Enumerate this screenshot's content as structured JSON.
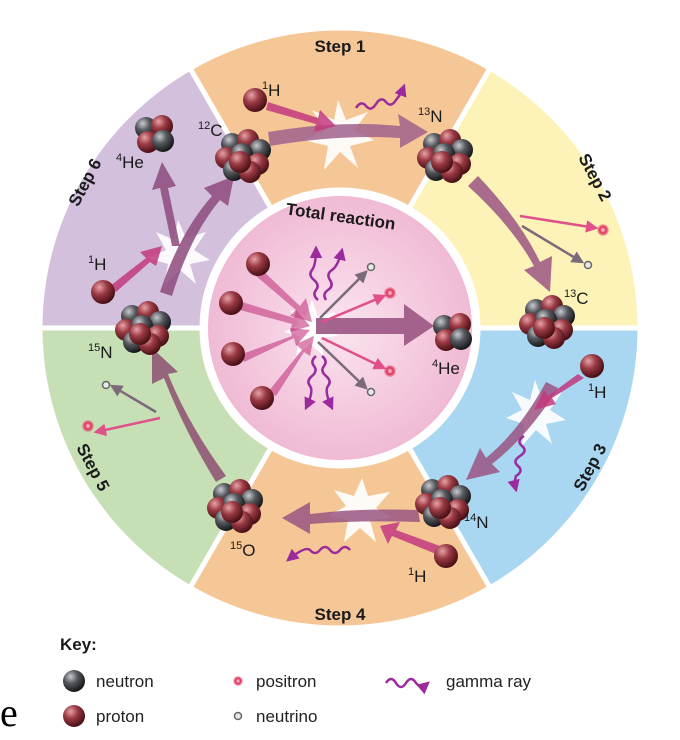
{
  "diagram": {
    "center_title": "Total reaction",
    "steps": [
      {
        "label": "Step 1",
        "color": "#f6c796"
      },
      {
        "label": "Step 2",
        "color": "#fdf3b8"
      },
      {
        "label": "Step 3",
        "color": "#a9d6f1"
      },
      {
        "label": "Step 4",
        "color": "#f6c796"
      },
      {
        "label": "Step 5",
        "color": "#c7dfb4"
      },
      {
        "label": "Step 6",
        "color": "#d3c0dc"
      }
    ],
    "isotopes": {
      "h1_step1": {
        "mass": "1",
        "sym": "H"
      },
      "n13": {
        "mass": "13",
        "sym": "N"
      },
      "c13": {
        "mass": "13",
        "sym": "C"
      },
      "h1_step3": {
        "mass": "1",
        "sym": "H"
      },
      "n14": {
        "mass": "14",
        "sym": "N"
      },
      "h1_step4": {
        "mass": "1",
        "sym": "H"
      },
      "o15": {
        "mass": "15",
        "sym": "O"
      },
      "n15": {
        "mass": "15",
        "sym": "N"
      },
      "h1_step6": {
        "mass": "1",
        "sym": "H"
      },
      "c12": {
        "mass": "12",
        "sym": "C"
      },
      "he4_step6": {
        "mass": "4",
        "sym": "He"
      },
      "he4_total": {
        "mass": "4",
        "sym": "He"
      }
    }
  },
  "key": {
    "title": "Key:",
    "items": [
      {
        "label": "neutron"
      },
      {
        "label": "positron"
      },
      {
        "label": "gamma ray"
      },
      {
        "label": "proton"
      },
      {
        "label": "neutrino"
      }
    ]
  },
  "edge_text": "e",
  "colors": {
    "proton": "#9b3a44",
    "neutron": "#4a4d52",
    "positron": "#e0305a",
    "gamma": "#9a2a9e",
    "arrow": "#a05a86",
    "center": "#f4c8de"
  }
}
